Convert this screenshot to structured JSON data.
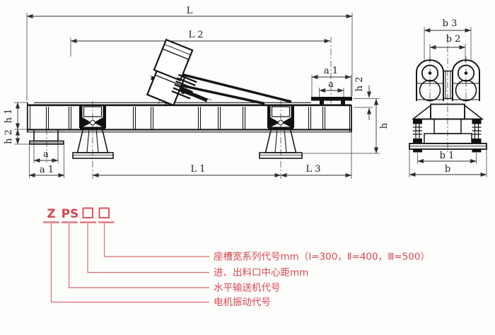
{
  "dims": {
    "L": "L",
    "L2": "L 2",
    "L1": "L 1",
    "L3": "L 3",
    "a_left": "a",
    "a1_left": "a 1",
    "a_right": "a",
    "a1_right": "a 1",
    "h": "h",
    "h1": "h 1",
    "h2_left": "h 2",
    "h2_right": "h 2",
    "b": "b",
    "b1": "b 1",
    "b2": "b 2",
    "b3": "b 3"
  },
  "legend": {
    "accent_color": "#d8474f",
    "code_parts": [
      "Z",
      "PS",
      "□",
      "□"
    ],
    "entries": [
      "座槽宽系列代号mm（Ⅰ=300，Ⅱ=400，Ⅲ=500）",
      "进、出料口中心距mm",
      "水平输送机代号",
      "电机振动代号"
    ]
  }
}
